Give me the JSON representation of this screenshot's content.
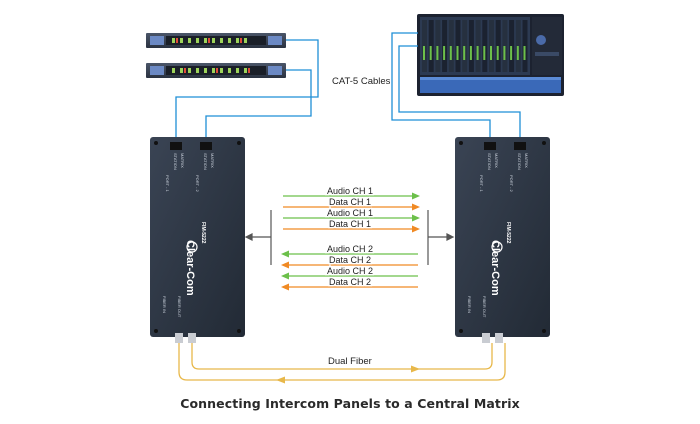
{
  "diagram": {
    "cables_label": "CAT-5 Cables",
    "fiber_label": "Dual Fiber",
    "caption": "Connecting Intercom Panels to a Central Matrix",
    "brand": "Clear-Com",
    "model": "FIM-5222",
    "port_labels": {
      "station": "STATION",
      "matrix": "MATRIX",
      "port1": "PORT - 1",
      "port2": "PORT - 2",
      "fiber_out": "FIBER OUT",
      "fiber_in": "FIBER IN"
    },
    "signals": [
      {
        "label": "Audio CH 1",
        "direction": "right",
        "color": "#6cc04a"
      },
      {
        "label": "Data CH 1",
        "direction": "right",
        "color": "#f08a24"
      },
      {
        "label": "Audio CH 1",
        "direction": "right",
        "color": "#6cc04a"
      },
      {
        "label": "Data CH 1",
        "direction": "right",
        "color": "#f08a24"
      },
      {
        "label": "Audio CH 2",
        "direction": "left",
        "color": "#6cc04a"
      },
      {
        "label": "Data CH 2",
        "direction": "left",
        "color": "#f08a24"
      },
      {
        "label": "Audio CH 2",
        "direction": "left",
        "color": "#6cc04a"
      },
      {
        "label": "Data CH 2",
        "direction": "left",
        "color": "#f08a24"
      }
    ],
    "colors": {
      "cat5": "#1f8fd6",
      "fiber": "#e8b84a",
      "device": "#2b3340",
      "audio": "#6cc04a",
      "data": "#f08a24"
    }
  }
}
